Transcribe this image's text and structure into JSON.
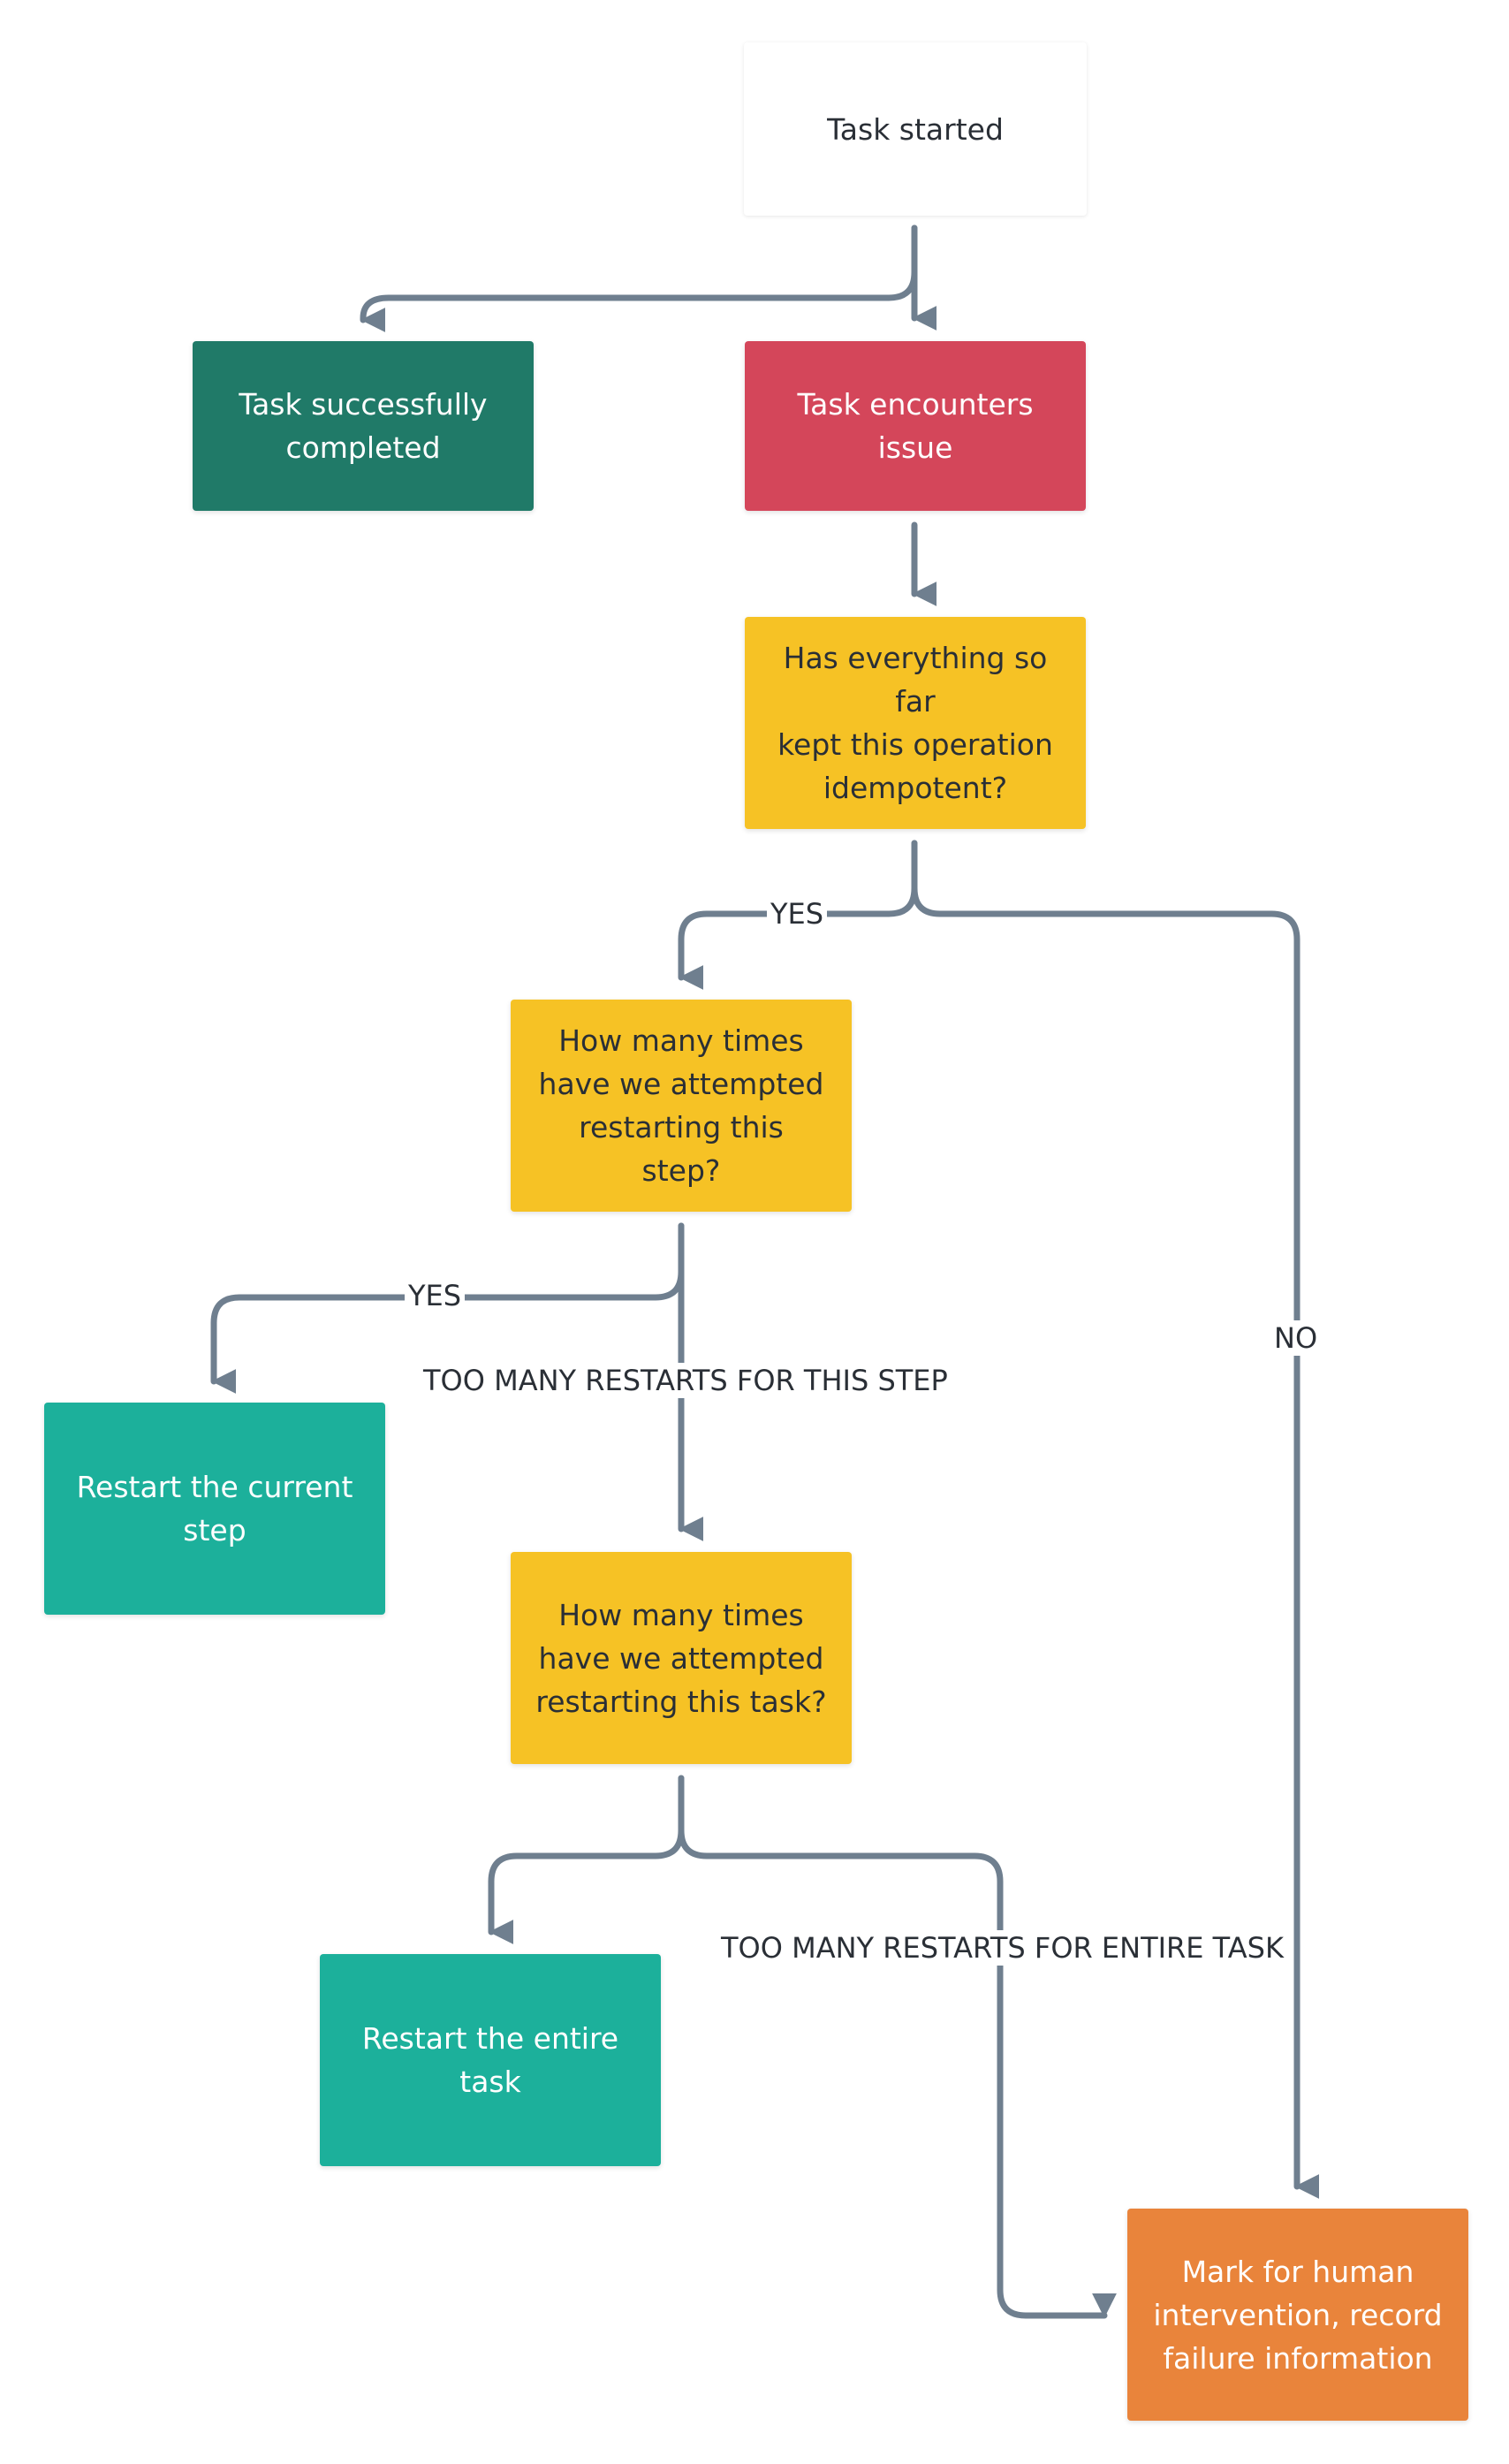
{
  "nodes": {
    "start": "Task started",
    "success": [
      "Task successfully",
      "completed"
    ],
    "issue": [
      "Task encounters",
      "issue"
    ],
    "idempotent": [
      "Has everything so far",
      "kept this operation",
      "idempotent?"
    ],
    "step_attempts": [
      "How many times",
      "have we attempted",
      "restarting this step?"
    ],
    "restart_step": [
      "Restart the current",
      "step"
    ],
    "task_attempts": [
      "How many times",
      "have we attempted",
      "restarting this task?"
    ],
    "restart_task": [
      "Restart the entire",
      "task"
    ],
    "human": [
      "Mark for human",
      "intervention, record",
      "failure information"
    ]
  },
  "edge_labels": {
    "yes_1": "YES",
    "yes_2": "YES",
    "too_many_step": "TOO MANY RESTARTS FOR THIS STEP",
    "no": "NO",
    "too_many_task": "TOO MANY RESTARTS FOR ENTIRE TASK"
  },
  "colors": {
    "connector": "#6f7f8f",
    "start_bg": "#ffffff",
    "success_bg": "#207a68",
    "issue_bg": "#d4465a",
    "question_bg": "#f6c225",
    "restart_bg": "#1cb09b",
    "human_bg": "#e9843b"
  }
}
